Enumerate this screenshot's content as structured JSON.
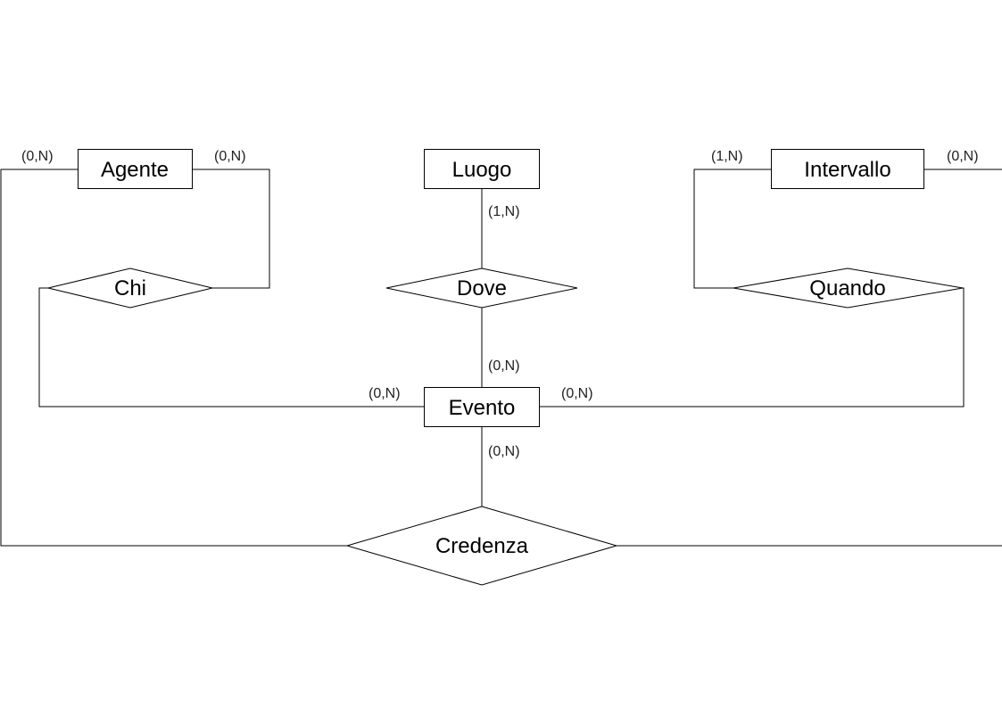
{
  "diagram": {
    "entities": {
      "agente": "Agente",
      "luogo": "Luogo",
      "intervallo": "Intervallo",
      "evento": "Evento"
    },
    "relationships": {
      "chi": "Chi",
      "dove": "Dove",
      "quando": "Quando",
      "credenza": "Credenza"
    },
    "cardinalities": {
      "agente_credenza": "(0,N)",
      "agente_chi": "(0,N)",
      "luogo_dove": "(1,N)",
      "intervallo_quando": "(1,N)",
      "intervallo_credenza": "(0,N)",
      "evento_dove": "(0,N)",
      "evento_chi": "(0,N)",
      "evento_quando": "(0,N)",
      "evento_credenza": "(0,N)"
    }
  }
}
